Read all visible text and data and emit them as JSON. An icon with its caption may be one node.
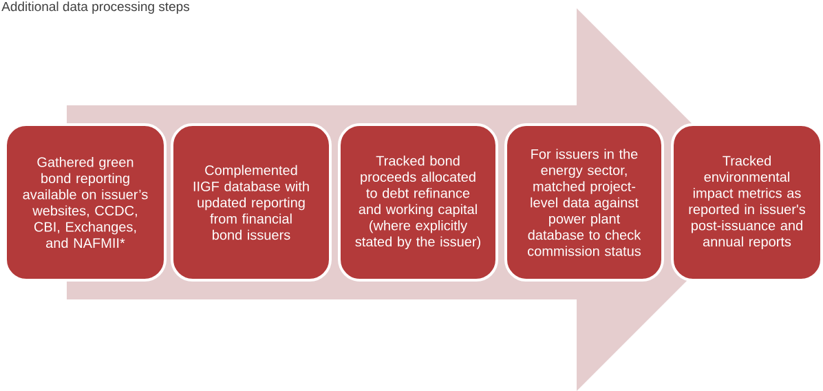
{
  "diagram": {
    "title": "Additional data processing steps",
    "nodes": [
      {
        "text": [
          "Gathered green bond reporting available on issuer’s websites, CCDC, CBI, Exchanges, and NAFMII*"
        ]
      },
      {
        "text": [
          "Complemented IIGF database with updated reporting from financial bond issuers"
        ]
      },
      {
        "text": [
          "Tracked bond proceeds allocated to debt refinance and working capital (where explicitly stated by the issuer)"
        ]
      },
      {
        "text": [
          "For issuers in the energy sector, matched project-level data against power plant database to check commission status"
        ]
      },
      {
        "text": [
          "Tracked environmental impact metrics as reported in issuer's post-issuance and annual reports"
        ]
      }
    ],
    "edges": [
      {
        "from": 0,
        "to": 4,
        "arrow": "to",
        "style": "thick"
      }
    ]
  }
}
